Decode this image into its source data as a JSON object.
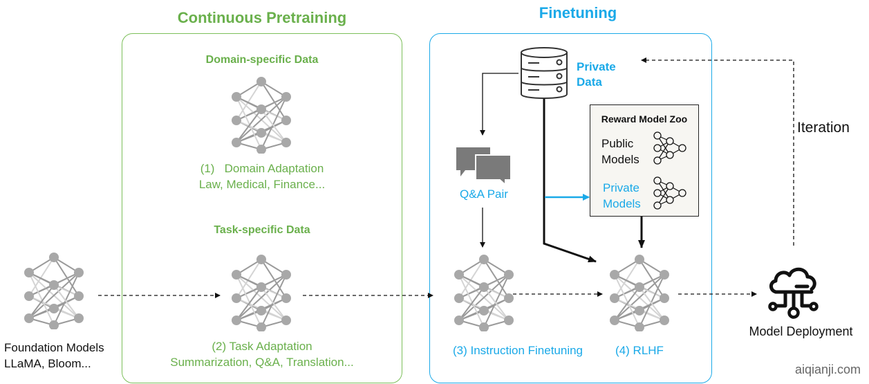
{
  "sections": {
    "pretraining": {
      "title": "Continuous Pretraining",
      "domain_data_label": "Domain-specific Data",
      "domain_step": "(1)   Domain Adaptation",
      "domain_examples": "Law, Medical, Finance...",
      "task_data_label": "Task-specific Data",
      "task_step": "(2) Task Adaptation",
      "task_examples": "Summarization, Q&A, Translation..."
    },
    "finetuning": {
      "title": "Finetuning",
      "private_data_line1": "Private",
      "private_data_line2": "Data",
      "qa_pair": "Q&A Pair",
      "reward_zoo_title": "Reward Model Zoo",
      "public_models_line1": "Public",
      "public_models_line2": "Models",
      "private_models_line1": "Private",
      "private_models_line2": "Models",
      "instruction_step": "(3) Instruction Finetuning",
      "rlhf_step": "(4) RLHF"
    }
  },
  "foundation": {
    "line1": "Foundation Models",
    "line2": "LLaMA, Bloom..."
  },
  "deployment": {
    "label": "Model Deployment",
    "iteration": "Iteration"
  },
  "watermark": "aiqianji.com",
  "colors": {
    "pretraining": "#6ab04c",
    "finetuning": "#1aa9e8",
    "node": "#a8a8a8",
    "text": "#111111"
  }
}
